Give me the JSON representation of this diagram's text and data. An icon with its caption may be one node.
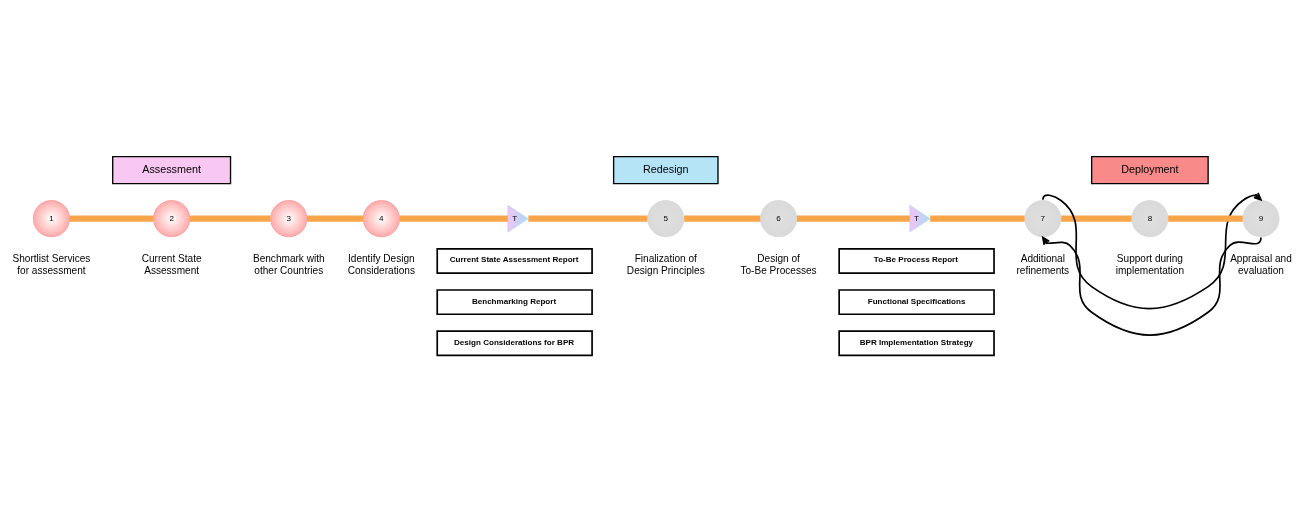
{
  "diagram": {
    "nodes": [
      {
        "text": [
          "Assessment"
        ]
      },
      {
        "text": [
          "Redesign"
        ]
      },
      {
        "text": [
          "Deployment"
        ]
      },
      {
        "text": [
          "1"
        ],
        "beside": [
          "Shortlist Services for assessment"
        ]
      },
      {
        "text": [
          "2"
        ],
        "beside": [
          "Current State Assessment"
        ]
      },
      {
        "text": [
          "3"
        ],
        "beside": [
          "Benchmark with other Countries"
        ]
      },
      {
        "text": [
          "4"
        ],
        "beside": [
          "Identify Design Considerations"
        ]
      },
      {
        "text": [
          "T"
        ]
      },
      {
        "text": [
          "5"
        ],
        "beside": [
          "Finalization of Design Principles"
        ]
      },
      {
        "text": [
          "6"
        ],
        "beside": [
          "Design of To-Be Processes"
        ]
      },
      {
        "text": [
          "T"
        ]
      },
      {
        "text": [
          "7"
        ],
        "beside": [
          "Additional refinements"
        ]
      },
      {
        "text": [
          "8"
        ],
        "beside": [
          "Support during implementation"
        ]
      },
      {
        "text": [
          "9"
        ],
        "beside": [
          "Appraisal and evaluation"
        ]
      },
      {
        "text": [
          "Current State Assessment Report"
        ]
      },
      {
        "text": [
          "Benchmarking Report"
        ]
      },
      {
        "text": [
          "Design Considerations for BPR"
        ]
      },
      {
        "text": [
          "To-Be Process Report"
        ]
      },
      {
        "text": [
          "Functional Specifications"
        ]
      },
      {
        "text": [
          "BPR Implementation Strategy"
        ]
      }
    ],
    "edges": [
      {
        "from": 3,
        "to": 4,
        "arrow": "none"
      },
      {
        "from": 4,
        "to": 5,
        "arrow": "none"
      },
      {
        "from": 5,
        "to": 6,
        "arrow": "none"
      },
      {
        "from": 6,
        "to": 7,
        "arrow": "none"
      },
      {
        "from": 7,
        "to": 8,
        "arrow": "none"
      },
      {
        "from": 8,
        "to": 9,
        "arrow": "none"
      },
      {
        "from": 9,
        "to": 10,
        "arrow": "none"
      },
      {
        "from": 10,
        "to": 11,
        "arrow": "none"
      },
      {
        "from": 11,
        "to": 12,
        "arrow": "none"
      },
      {
        "from": 12,
        "to": 13,
        "arrow": "none"
      },
      {
        "from": 11,
        "to": 13,
        "arrow": "to",
        "color": "#000000"
      },
      {
        "from": 13,
        "to": 11,
        "arrow": "to",
        "color": "#000000"
      }
    ]
  }
}
